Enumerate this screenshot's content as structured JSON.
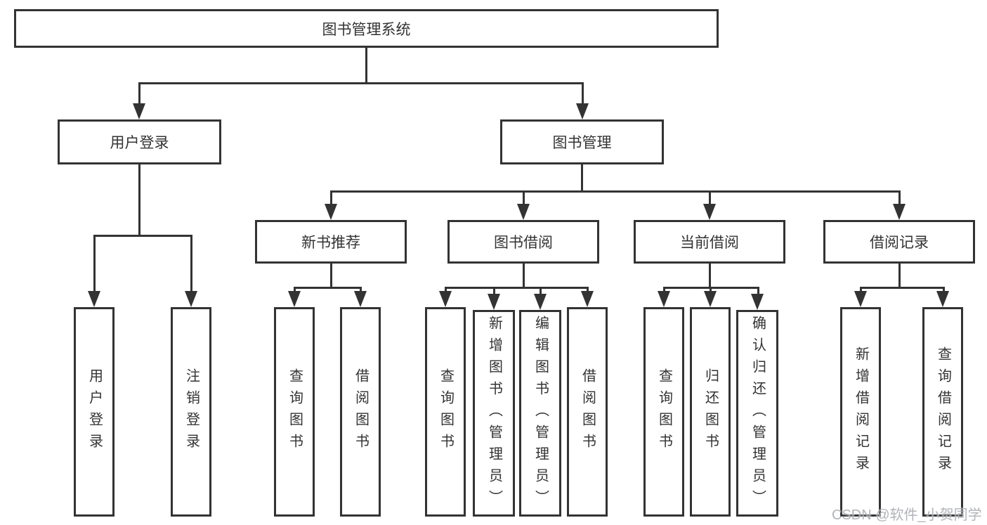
{
  "colors": {
    "line": "#333333",
    "text": "#333333",
    "background": "#ffffff",
    "watermark": "#a9acb1"
  },
  "nodes": {
    "root": {
      "label": "图书管理系统"
    },
    "user_login": {
      "label": "用户登录",
      "children": [
        {
          "label": "用户登录"
        },
        {
          "label": "注销登录"
        }
      ]
    },
    "book_mgmt": {
      "label": "图书管理",
      "children": [
        {
          "label": "新书推荐",
          "children": [
            {
              "label": "查询图书"
            },
            {
              "label": "借阅图书"
            }
          ]
        },
        {
          "label": "图书借阅",
          "children": [
            {
              "label": "查询图书"
            },
            {
              "label": "新增图书（管理员）"
            },
            {
              "label": "编辑图书（管理员）"
            },
            {
              "label": "借阅图书"
            }
          ]
        },
        {
          "label": "当前借阅",
          "children": [
            {
              "label": "查询图书"
            },
            {
              "label": "归还图书"
            },
            {
              "label": "确认归还（管理员）"
            }
          ]
        },
        {
          "label": "借阅记录",
          "children": [
            {
              "label": "新增借阅记录"
            },
            {
              "label": "查询借阅记录"
            }
          ]
        }
      ]
    }
  },
  "watermark": {
    "text": "CSDN @软件_小贺同学"
  }
}
